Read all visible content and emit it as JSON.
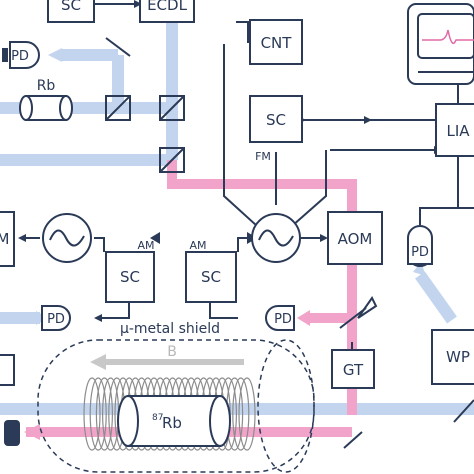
{
  "labels": {
    "sc_top": "SC",
    "ecdl": "ECDL",
    "pd_top": "PD",
    "rb_cell": "Rb",
    "cnt": "CNT",
    "sc_fm": "SC",
    "fm": "FM",
    "lia": "LIA",
    "m_left": "M",
    "am_left": "AM",
    "sc_left": "SC",
    "am_mid": "AM",
    "sc_mid": "SC",
    "aom": "AOM",
    "pd_right": "PD",
    "pd_left": "PD",
    "pd_mid": "PD",
    "mu_metal": "μ-metal shield",
    "b_field": "B",
    "rb87_mass": "87",
    "rb87": "Rb",
    "gt": "GT",
    "wp": "WP"
  },
  "colors": {
    "line": "#2a3a57",
    "probe_beam": "#c3d5ee",
    "pump_beam": "#f2a3c9",
    "field_arrow": "#c8c8c8",
    "coil": "#8c8c8c"
  },
  "icons": [
    "oscillator-icon",
    "beam-splitter-icon",
    "mirror-icon",
    "scope-icon",
    "photodiode-icon"
  ]
}
